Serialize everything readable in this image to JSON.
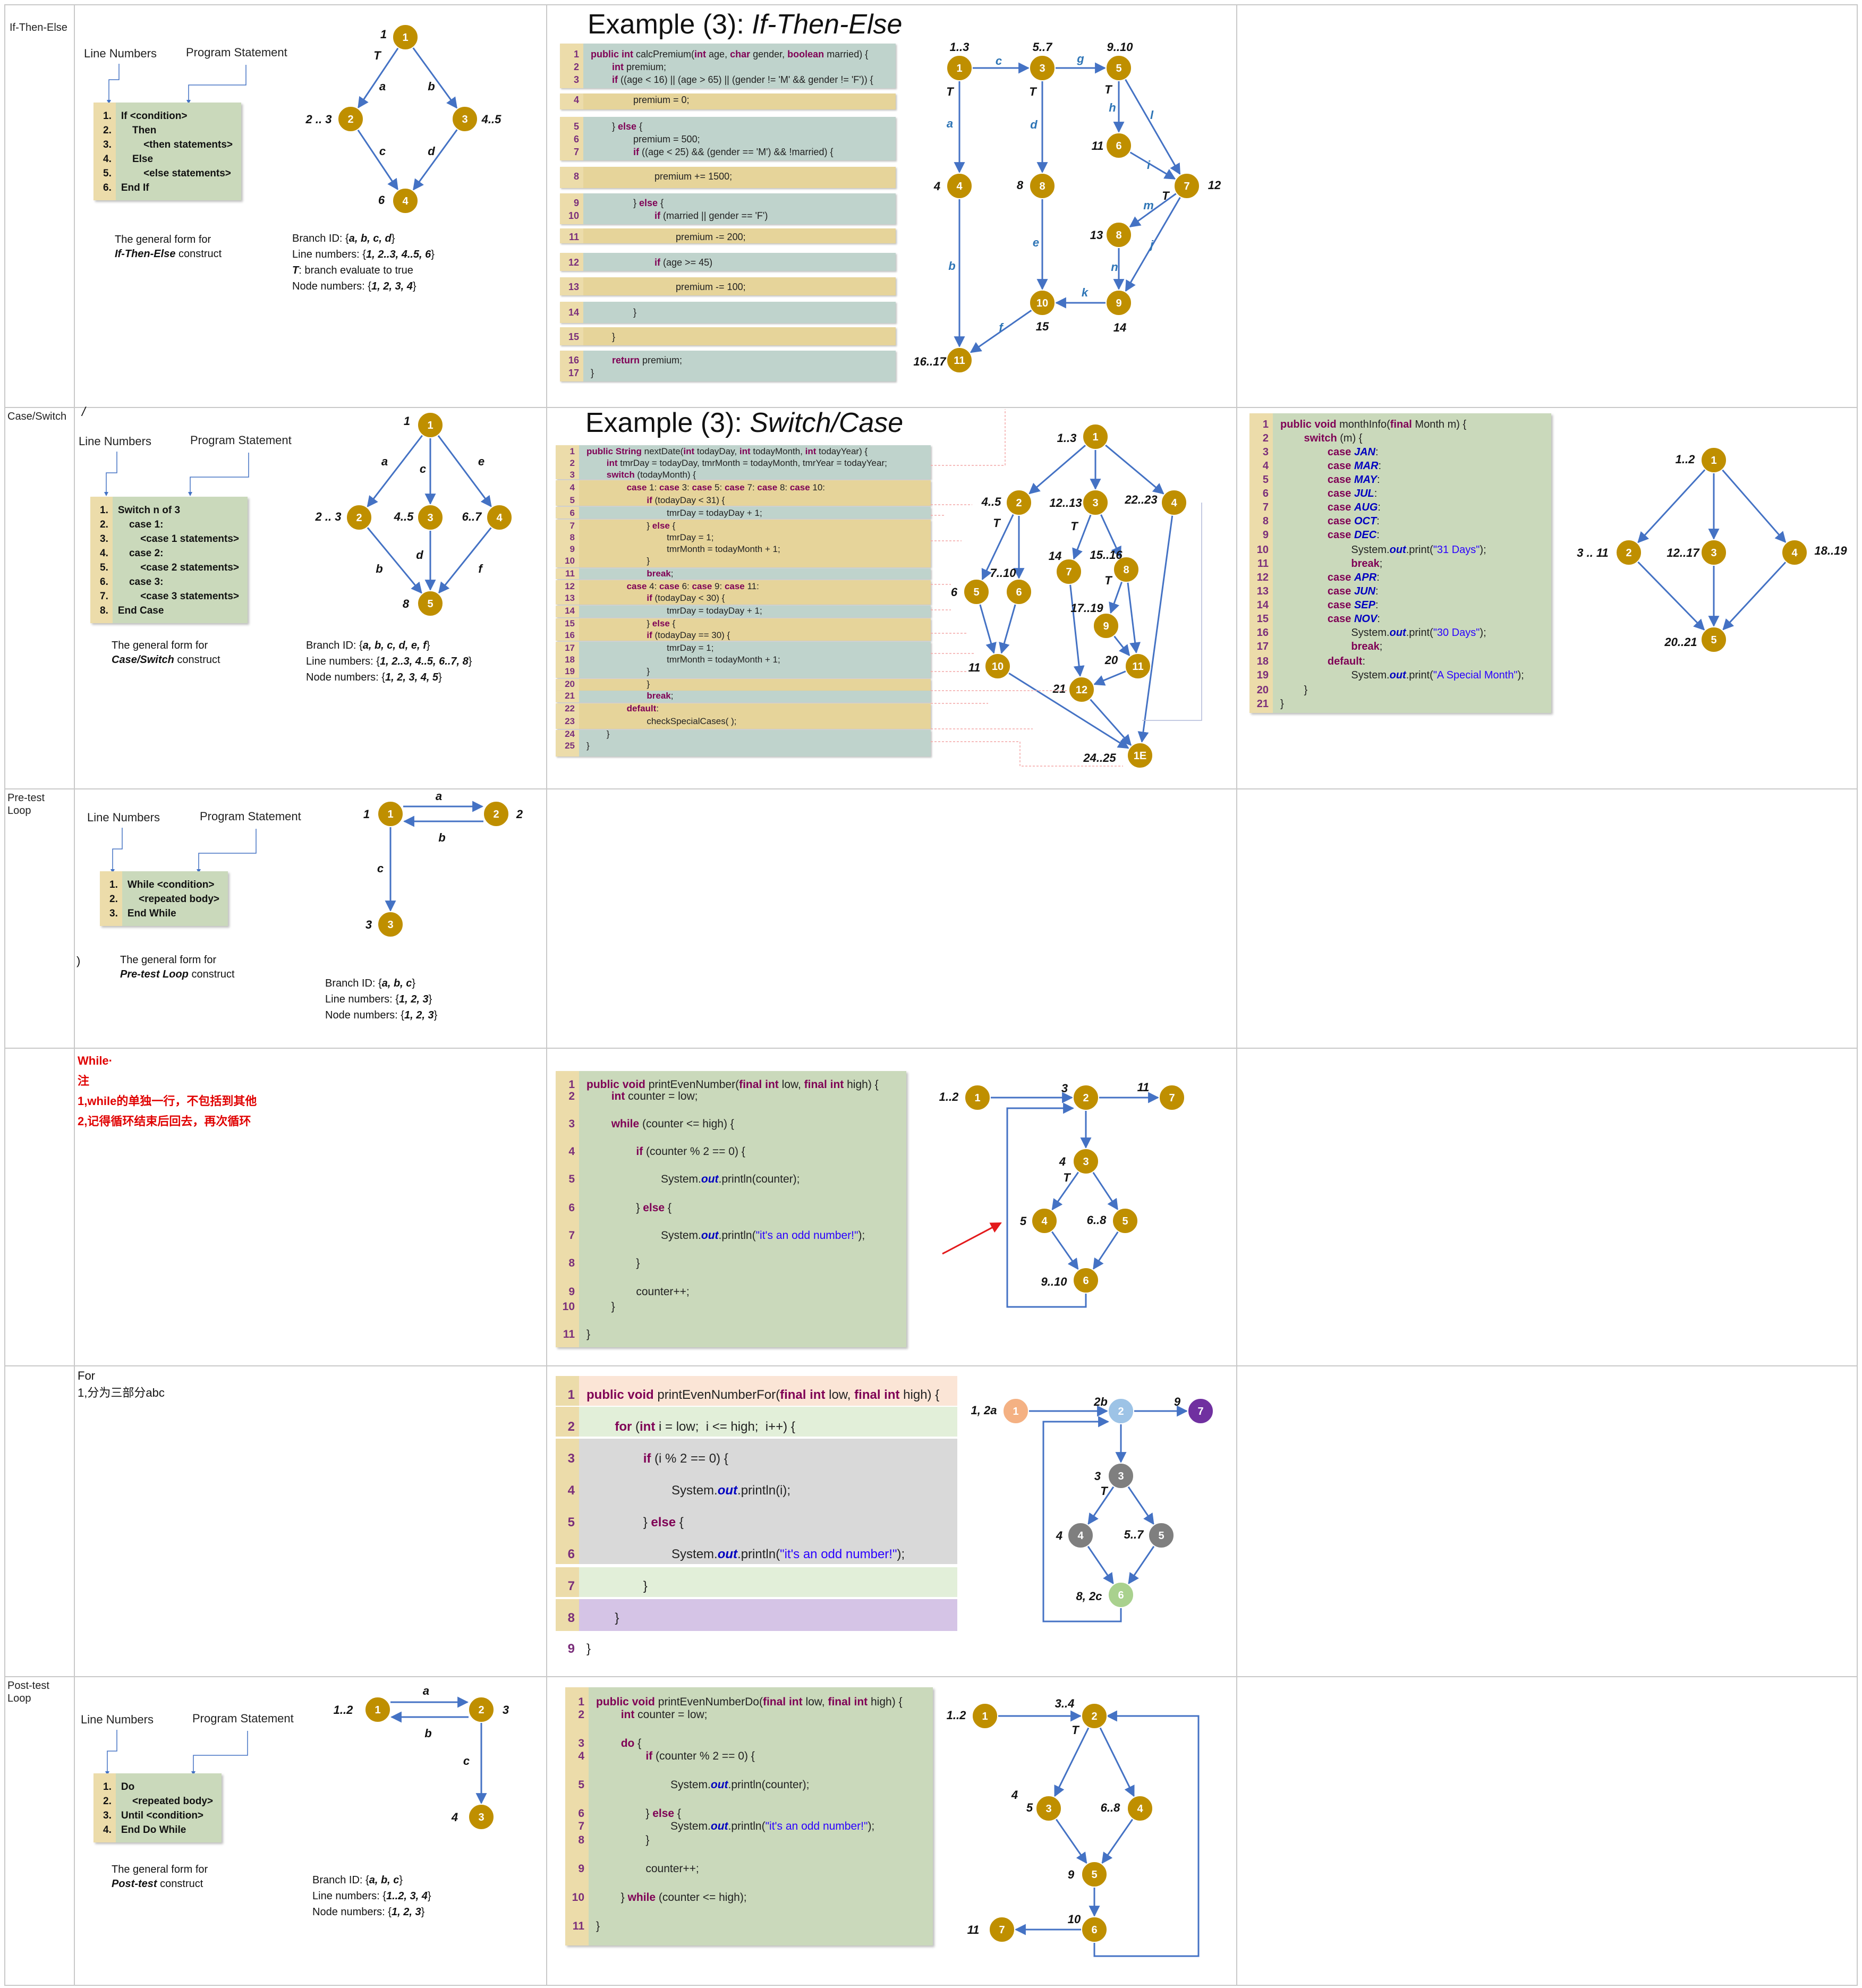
{
  "rows": {
    "if_then_else": "If-Then-Else",
    "case_switch": "Case/Switch",
    "pretest": "Pre-test\nLoop",
    "posttest": "Post-test\nLoop"
  },
  "headers": {
    "line_numbers": "Line Numbers",
    "program_statement": "Program Statement"
  },
  "if_form": {
    "nums": [
      "1.",
      "2.",
      "3.",
      "4.",
      "5.",
      "6."
    ],
    "code": [
      "If <condition>",
      "    Then",
      "        <then statements>",
      "    Else",
      "        <else statements>",
      "End If"
    ],
    "caption1": "The general form for",
    "caption2": "If-Then-Else",
    "caption3": " construct",
    "branch_label": "Branch ID: {",
    "branch_vals": "a, b, c, d",
    "line_label": "Line numbers: {",
    "line_vals": "1, 2..3, 4..5, 6",
    "t_label": "T",
    "t_text": ": branch evaluate to true",
    "node_label": "Node numbers: {",
    "node_vals": "1, 2, 3, 4"
  },
  "case_form": {
    "nums": [
      "1.",
      "2.",
      "3.",
      "4.",
      "5.",
      "6.",
      "7.",
      "8."
    ],
    "code": [
      "Switch n of 3",
      "    case 1:",
      "        <case 1 statements>",
      "    case 2:",
      "        <case 2 statements>",
      "    case 3:",
      "        <case 3 statements>",
      "End Case"
    ],
    "caption1": "The general form for",
    "caption2": "Case/Switch",
    "caption3": " construct",
    "branch_vals": "a, b, c, d, e, f",
    "line_vals": "1, 2..3, 4..5, 6..7, 8",
    "node_vals": "1, 2, 3, 4, 5",
    "stray": "/"
  },
  "pre_form": {
    "nums": [
      "1.",
      "2.",
      "3."
    ],
    "code": [
      "While <condition>",
      "    <repeated body>",
      "End While"
    ],
    "caption1": "The general form for",
    "caption2": "Pre-test Loop",
    "caption3": " construct",
    "branch_vals": "a, b, c",
    "line_vals": "1, 2, 3",
    "node_vals": "1, 2, 3",
    "stray": ")"
  },
  "post_form": {
    "nums": [
      "1.",
      "2.",
      "3.",
      "4."
    ],
    "code": [
      "Do",
      "    <repeated body>",
      "Until <condition>",
      "End Do While"
    ],
    "caption1": "The general form for",
    "caption2": "Post-test",
    "caption3": " construct",
    "branch_vals": "a, b, c",
    "line_vals": "1..2, 3, 4",
    "node_vals": "1, 2, 3"
  },
  "notes": {
    "while_red": "While·\n注\n1,while的单独一行，不包括到其他\n2,记得循环结束后回去，再次循环",
    "for_plain": "For\n1,分为三部分abc"
  },
  "examples": {
    "ite_title_a": "Example (3): ",
    "ite_title_b": "If-Then-Else",
    "sw_title_a": "Example (3): ",
    "sw_title_b": "Switch/Case"
  },
  "code_ite": [
    {
      "n": "1",
      "t": "public int calcPremium(int age, char gender, boolean married) {"
    },
    {
      "n": "2",
      "t": "        int premium;"
    },
    {
      "n": "3",
      "t": "        if ((age < 16) || (age > 65) || (gender != 'M' && gender != 'F')) {"
    },
    {
      "n": "4",
      "t": "                premium = 0;"
    },
    {
      "n": "5",
      "t": "        } else {"
    },
    {
      "n": "6",
      "t": "                premium = 500;"
    },
    {
      "n": "7",
      "t": "                if ((age < 25) && (gender == 'M') && !married) {"
    },
    {
      "n": "8",
      "t": "                        premium += 1500;"
    },
    {
      "n": "9",
      "t": "                } else {"
    },
    {
      "n": "10",
      "t": "                        if (married || gender == 'F')"
    },
    {
      "n": "11",
      "t": "                                premium -= 200;"
    },
    {
      "n": "12",
      "t": "                        if (age >= 45)"
    },
    {
      "n": "13",
      "t": "                                premium -= 100;"
    },
    {
      "n": "14",
      "t": "                }"
    },
    {
      "n": "15",
      "t": "        }"
    },
    {
      "n": "16",
      "t": "        return premium;"
    },
    {
      "n": "17",
      "t": "}"
    }
  ],
  "code_sw": [
    {
      "n": "1",
      "t": "public String nextDate(int todayDay, int todayMonth, int todayYear) {"
    },
    {
      "n": "2",
      "t": "        int tmrDay = todayDay, tmrMonth = todayMonth, tmrYear = todayYear;"
    },
    {
      "n": "3",
      "t": "        switch (todayMonth) {"
    },
    {
      "n": "4",
      "t": "                case 1: case 3: case 5: case 7: case 8: case 10:"
    },
    {
      "n": "5",
      "t": "                        if (todayDay < 31) {"
    },
    {
      "n": "6",
      "t": "                                tmrDay = todayDay + 1;"
    },
    {
      "n": "7",
      "t": "                        } else {"
    },
    {
      "n": "8",
      "t": "                                tmrDay = 1;"
    },
    {
      "n": "9",
      "t": "                                tmrMonth = todayMonth + 1;"
    },
    {
      "n": "10",
      "t": "                        }"
    },
    {
      "n": "11",
      "t": "                        break;"
    },
    {
      "n": "12",
      "t": "                case 4: case 6: case 9: case 11:"
    },
    {
      "n": "13",
      "t": "                        if (todayDay < 30) {"
    },
    {
      "n": "14",
      "t": "                                tmrDay = todayDay + 1;"
    },
    {
      "n": "15",
      "t": "                        } else {"
    },
    {
      "n": "16",
      "t": "                        if (todayDay == 30) {"
    },
    {
      "n": "17",
      "t": "                                tmrDay = 1;"
    },
    {
      "n": "18",
      "t": "                                tmrMonth = todayMonth + 1;"
    },
    {
      "n": "19",
      "t": "                        }"
    },
    {
      "n": "20",
      "t": "                        }"
    },
    {
      "n": "21",
      "t": "                        break;"
    },
    {
      "n": "22",
      "t": "                default:"
    },
    {
      "n": "23",
      "t": "                        checkSpecialCases( );"
    },
    {
      "n": "24",
      "t": "        }"
    },
    {
      "n": "25",
      "t": "}"
    }
  ],
  "code_month": [
    {
      "n": "1",
      "t": "public void monthInfo(final Month m) {"
    },
    {
      "n": "2",
      "t": "        switch (m) {"
    },
    {
      "n": "3",
      "t": "                case JAN:"
    },
    {
      "n": "4",
      "t": "                case MAR:"
    },
    {
      "n": "5",
      "t": "                case MAY:"
    },
    {
      "n": "6",
      "t": "                case JUL:"
    },
    {
      "n": "7",
      "t": "                case AUG:"
    },
    {
      "n": "8",
      "t": "                case OCT:"
    },
    {
      "n": "9",
      "t": "                case DEC:"
    },
    {
      "n": "10",
      "t": "                        System.out.print(\"31 Days\");"
    },
    {
      "n": "11",
      "t": "                        break;"
    },
    {
      "n": "12",
      "t": "                case APR:"
    },
    {
      "n": "13",
      "t": "                case JUN:"
    },
    {
      "n": "14",
      "t": "                case SEP:"
    },
    {
      "n": "15",
      "t": "                case NOV:"
    },
    {
      "n": "16",
      "t": "                        System.out.print(\"30 Days\");"
    },
    {
      "n": "17",
      "t": "                        break;"
    },
    {
      "n": "18",
      "t": "                default:"
    },
    {
      "n": "19",
      "t": "                        System.out.print(\"A Special Month\");"
    },
    {
      "n": "20",
      "t": "        }"
    },
    {
      "n": "21",
      "t": "}"
    }
  ],
  "code_while": [
    {
      "n": "1",
      "t": "public void printEvenNumber(final int low, final int high) {"
    },
    {
      "n": "2",
      "t": "        int counter = low;"
    },
    {
      "n": "3",
      "t": "        while (counter <= high) {"
    },
    {
      "n": "4",
      "t": "                if (counter % 2 == 0) {"
    },
    {
      "n": "5",
      "t": "                        System.out.println(counter);"
    },
    {
      "n": "6",
      "t": "                } else {"
    },
    {
      "n": "7",
      "t": "                        System.out.println(\"it's an odd number!\");"
    },
    {
      "n": "8",
      "t": "                }"
    },
    {
      "n": "9",
      "t": "                counter++;"
    },
    {
      "n": "10",
      "t": "        }"
    },
    {
      "n": "11",
      "t": "}"
    }
  ],
  "code_for": [
    {
      "n": "1",
      "t": "public void printEvenNumberFor(final int low, final int high) {"
    },
    {
      "n": "2",
      "t": "        for (int i = low;  i <= high;  i++) {"
    },
    {
      "n": "3",
      "t": "                if (i % 2 == 0) {"
    },
    {
      "n": "4",
      "t": "                        System.out.println(i);"
    },
    {
      "n": "5",
      "t": "                } else {"
    },
    {
      "n": "6",
      "t": "                        System.out.println(\"it's an odd number!\");"
    },
    {
      "n": "7",
      "t": "                }"
    },
    {
      "n": "8",
      "t": "        }"
    },
    {
      "n": "9",
      "t": "}"
    }
  ],
  "code_do": [
    {
      "n": "1",
      "t": "public void printEvenNumberDo(final int low, final int high) {"
    },
    {
      "n": "2",
      "t": "        int counter = low;"
    },
    {
      "n": "3",
      "t": "        do {"
    },
    {
      "n": "4",
      "t": "                if (counter % 2 == 0) {"
    },
    {
      "n": "5",
      "t": "                        System.out.println(counter);"
    },
    {
      "n": "6",
      "t": "                } else {"
    },
    {
      "n": "7",
      "t": "                        System.out.println(\"it's an odd number!\");"
    },
    {
      "n": "8",
      "t": "                }"
    },
    {
      "n": "9",
      "t": "                counter++;"
    },
    {
      "n": "10",
      "t": "        } while (counter <= high);"
    },
    {
      "n": "11",
      "t": "}"
    }
  ],
  "graph_labels": {
    "g1": {
      "n1": "1",
      "n2": "2",
      "n3": "3",
      "n4": "4",
      "l1": "1",
      "l2": "2 .. 3",
      "l3": "4..5",
      "l4": "6",
      "a": "a",
      "b": "b",
      "c": "c",
      "d": "d",
      "T": "T"
    },
    "g2": {
      "n1": "1",
      "n2": "2",
      "n3": "3",
      "n4": "4",
      "n5": "5",
      "l1": "1",
      "l2": "2 .. 3",
      "l3": "4..5",
      "l4": "6..7",
      "l5": "8",
      "a": "a",
      "b": "b",
      "c": "c",
      "d": "d",
      "e": "e",
      "f": "f"
    },
    "g3": {
      "n1": "1",
      "n2": "2",
      "n3": "3",
      "l1": "1",
      "l2": "2",
      "l3": "3",
      "a": "a",
      "b": "b",
      "c": "c"
    },
    "g4": {
      "n1": "1",
      "n2": "2",
      "n3": "3",
      "l1": "1..2",
      "l2": "3",
      "l3": "4",
      "a": "a",
      "b": "b",
      "c": "c"
    },
    "gITE": {
      "n1": "1",
      "n3": "3",
      "n5": "5",
      "n4": "4",
      "n6": "6",
      "n7": "7",
      "n8": "8",
      "n9": "9",
      "n10": "10",
      "n11": "11",
      "l1": "1..3",
      "l3": "5..7",
      "l5": "9..10",
      "l4": "4",
      "l8": "8",
      "l6": "11",
      "l7": "12",
      "l13": "13",
      "l9": "14",
      "l10": "15",
      "l11": "16..17",
      "a": "a",
      "b": "b",
      "c": "c",
      "d": "d",
      "e": "e",
      "f": "f",
      "g": "g",
      "h": "h",
      "i": "i",
      "j": "j",
      "k": "k",
      "l": "l",
      "m": "m",
      "n": "n",
      "T": "T"
    },
    "gSW": {
      "n1": "1",
      "n2": "2",
      "n3": "3",
      "n4": "4",
      "n5": "5",
      "n6": "6",
      "n7": "7",
      "n8": "8",
      "n9": "9",
      "n10": "10",
      "n11": "11",
      "n12": "12",
      "n1E": "1E",
      "l1": "1..3",
      "l2": "4..5",
      "l3": "12..13",
      "l4": "22..23",
      "l6": "6",
      "l6b": "7..10",
      "l7": "14",
      "l8": "15..16",
      "l9": "17..19",
      "l10": "11",
      "l11": "20",
      "l12": "21",
      "l1E": "24..25",
      "T": "T"
    },
    "gMonth": {
      "n1": "1",
      "n2": "2",
      "n3": "3",
      "n4": "4",
      "n5": "5",
      "l1": "1..2",
      "l2": "3 .. 11",
      "l3": "12..17",
      "l4": "18..19",
      "l5": "20..21"
    },
    "gWhile": {
      "n1": "1",
      "n2": "2",
      "n3": "3",
      "n4": "4",
      "n5": "5",
      "n6": "6",
      "n7": "7",
      "l1": "1..2",
      "l2": "3",
      "l7": "11",
      "l3": "4",
      "l4": "5",
      "l5": "6..8",
      "l6": "9..10",
      "T": "T"
    },
    "gFor": {
      "n1": "1",
      "n2": "2",
      "n3": "3",
      "n4": "4",
      "n5": "5",
      "n6": "6",
      "n7": "7",
      "l1": "1, 2a",
      "l2": "2b",
      "l7": "9",
      "l3": "3",
      "l4": "4",
      "l5": "5..7",
      "l6": "8, 2c",
      "T": "T"
    },
    "gDo": {
      "n1": "1",
      "n2": "2",
      "n3": "3",
      "n4": "4",
      "n5": "5",
      "n6": "6",
      "n7": "7",
      "l1": "1..2",
      "l2": "3..4",
      "l3a": "4",
      "l3b": "5",
      "l4": "6..8",
      "l5": "9",
      "l6": "10",
      "l7": "11",
      "T": "T"
    }
  },
  "colors": {
    "node": "#bf8f00",
    "edge": "#4472c4",
    "label_blue": "#2e75b6",
    "gutter": "#ecdcaa",
    "code_bg": "#cad9bb",
    "for_node1": "#f4b183",
    "for_node2": "#9dc3e6",
    "for_node3": "#7f7f7f",
    "for_node6": "#a9d18e",
    "for_node7": "#7030a0"
  }
}
